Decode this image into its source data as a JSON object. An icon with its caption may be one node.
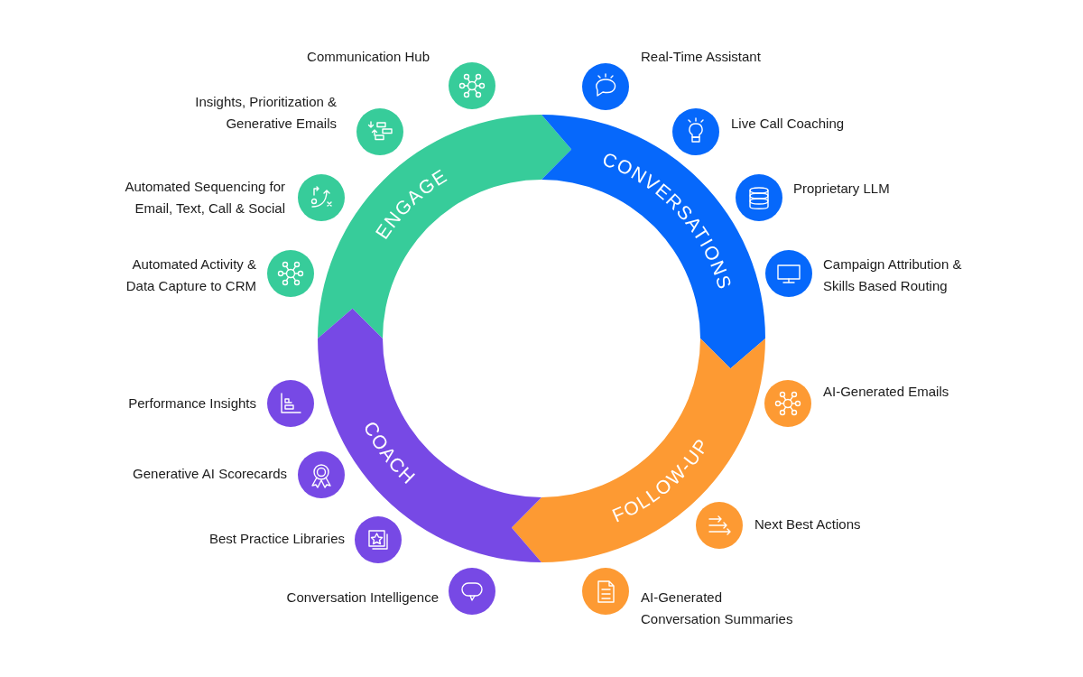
{
  "diagram": {
    "nodes": [
      {
        "text": [
          "ENGAGE"
        ]
      },
      {
        "text": [
          "CONVERSATIONS"
        ]
      },
      {
        "text": [
          "FOLLOW-UP"
        ]
      },
      {
        "text": [
          "COACH"
        ]
      },
      {
        "text": [
          "Communication Hub"
        ]
      },
      {
        "text": [
          "Insights, Prioritization & Generative Emails"
        ]
      },
      {
        "text": [
          "Automated Sequencing for Email, Text, Call & Social"
        ]
      },
      {
        "text": [
          "Automated Activity & Data Capture to CRM"
        ]
      },
      {
        "text": [
          "Real-Time Assistant"
        ]
      },
      {
        "text": [
          "Live Call Coaching"
        ]
      },
      {
        "text": [
          "Proprietary LLM"
        ]
      },
      {
        "text": [
          "Campaign Attribution & Skills Based Routing"
        ]
      },
      {
        "text": [
          "AI-Generated Emails"
        ]
      },
      {
        "text": [
          "Next Best Actions"
        ]
      },
      {
        "text": [
          "AI-Generated Conversation Summaries"
        ]
      },
      {
        "text": [
          "Performance Insights"
        ]
      },
      {
        "text": [
          "Generative AI Scorecards"
        ]
      },
      {
        "text": [
          "Best Practice Libraries"
        ]
      },
      {
        "text": [
          "Conversation Intelligence"
        ]
      }
    ]
  }
}
